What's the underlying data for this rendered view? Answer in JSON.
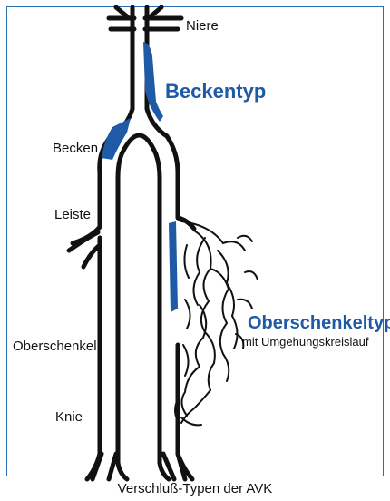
{
  "labels": {
    "niere": "Niere",
    "becken": "Becken",
    "leiste": "Leiste",
    "oberschenkel": "Oberschenkel",
    "knie": "Knie"
  },
  "types": {
    "beckentyp": "Beckentyp",
    "oberschenkeltyp": "Oberschenkeltyp",
    "oberschenkeltyp_sub": "mit Umgehungskreislauf"
  },
  "caption": "Verschluß-Typen der AVK",
  "colors": {
    "occlusion": "#1f5aa6",
    "frame": "#2a6db5",
    "vessel": "#111111"
  }
}
